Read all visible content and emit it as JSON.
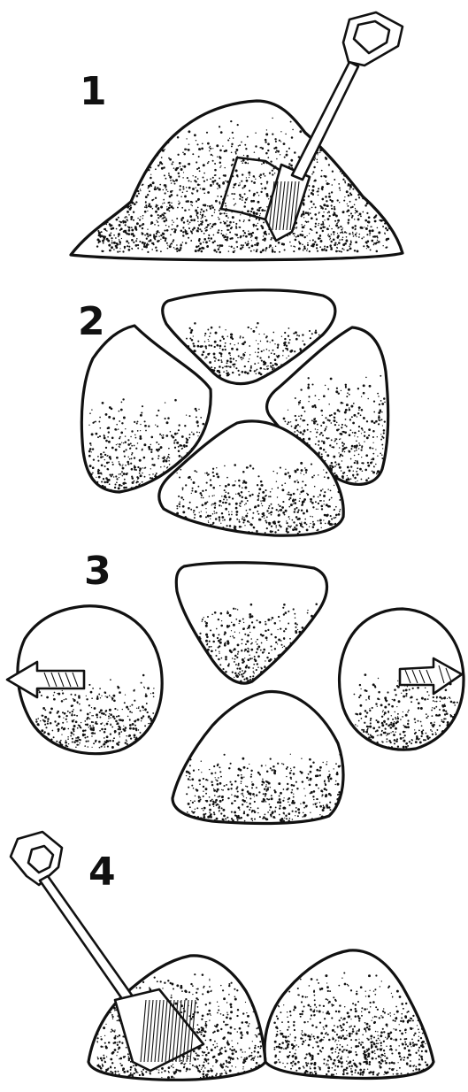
{
  "steps": [
    {
      "number": "1"
    },
    {
      "number": "2"
    },
    {
      "number": "3"
    },
    {
      "number": "4"
    }
  ],
  "colors": {
    "ink": "#111111",
    "paper": "#ffffff"
  },
  "icons": [
    "shovel-icon",
    "arrow-left-icon",
    "arrow-right-icon"
  ]
}
